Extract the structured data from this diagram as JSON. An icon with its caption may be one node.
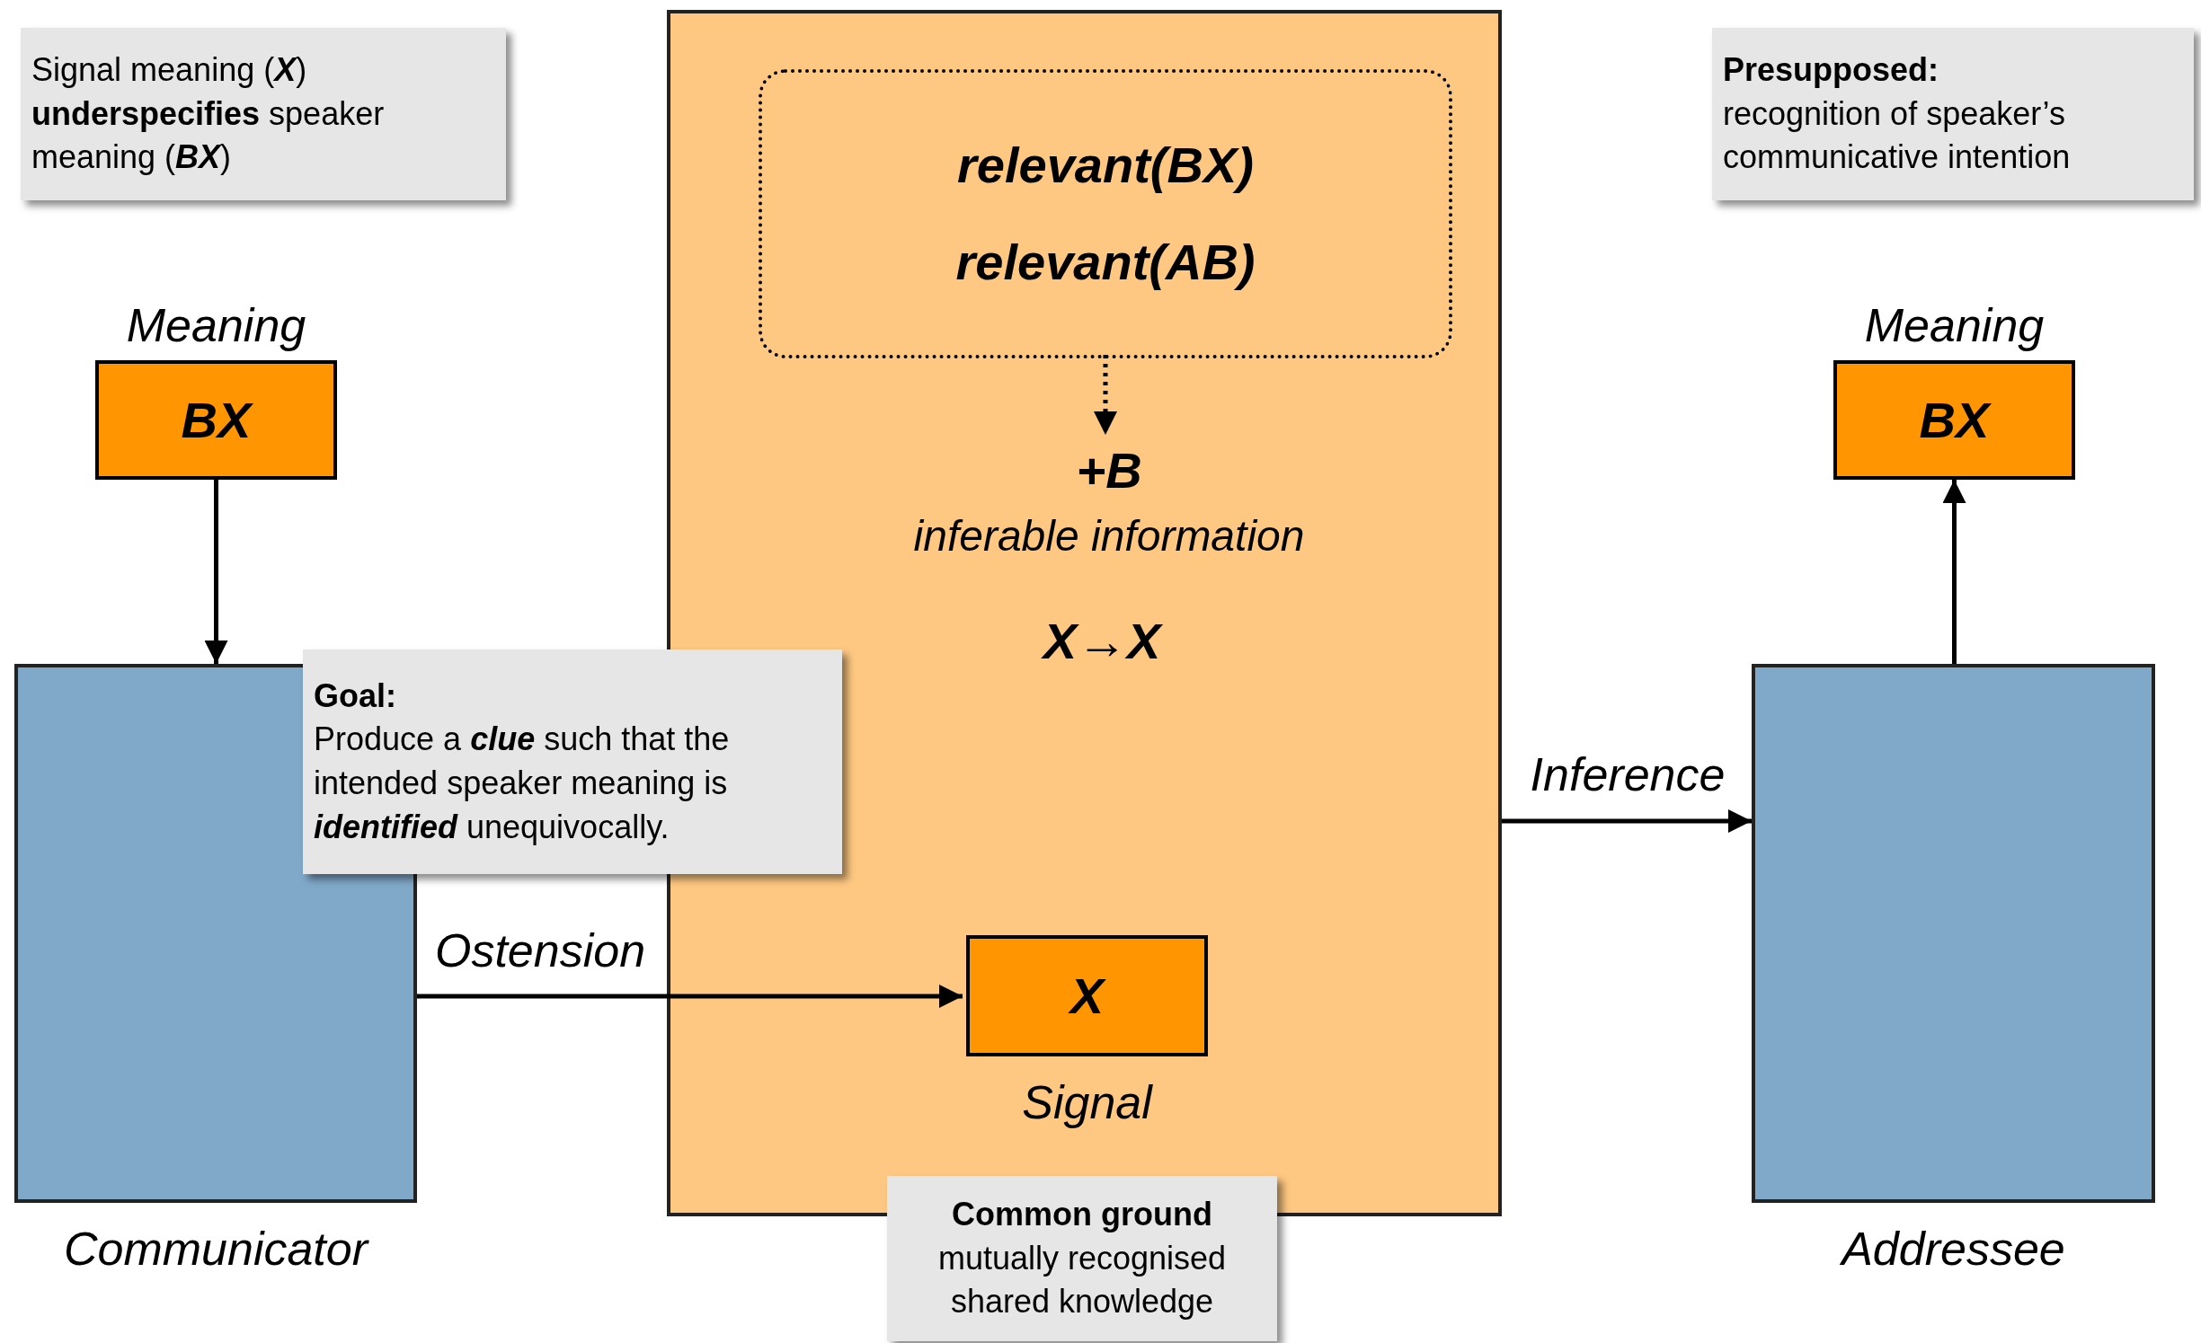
{
  "diagram": {
    "nodes": [
      {
        "text": [
          "Signal meaning (*X*) **underspecifies** speaker meaning (*BX*)"
        ]
      },
      {
        "text": [
          "BX"
        ],
        "beside": [
          "Meaning"
        ]
      },
      {
        "text": [],
        "shape": "box",
        "beside": [
          "Communicator"
        ]
      },
      {
        "text": [
          "Goal:",
          "Produce a *clue* such that the intended speaker meaning is *identified* unequivocally."
        ]
      },
      {
        "text": [],
        "shape": "box"
      },
      {
        "text": [
          "relevant(BX)",
          "relevant(AB)"
        ],
        "in": 4
      },
      {
        "text": [
          "+B",
          "inferable information"
        ],
        "in": 4
      },
      {
        "text": [
          "X"
        ],
        "beside": [
          "Signal"
        ],
        "in": 4
      },
      {
        "text": [
          "Common ground",
          "mutually recognised shared knowledge"
        ]
      },
      {
        "text": [
          "Presupposed:",
          "recognition of speaker’s communicative intention"
        ]
      },
      {
        "text": [],
        "shape": "box",
        "beside": [
          "Addressee"
        ]
      },
      {
        "text": [
          "BX"
        ],
        "beside": [
          "Meaning"
        ]
      }
    ],
    "edges": [
      {
        "from": 1,
        "to": 2,
        "arrow": "to"
      },
      {
        "from": 5,
        "to": 6,
        "arrow": "to",
        "style": "dashed"
      },
      {
        "from": 2,
        "to": 7,
        "arrow": "to",
        "label": "Ostension"
      },
      {
        "from": 4,
        "to": 10,
        "arrow": "to",
        "label": "Inference"
      },
      {
        "from": 10,
        "to": 11,
        "arrow": "to"
      }
    ],
    "labels": [
      "X→X"
    ]
  }
}
